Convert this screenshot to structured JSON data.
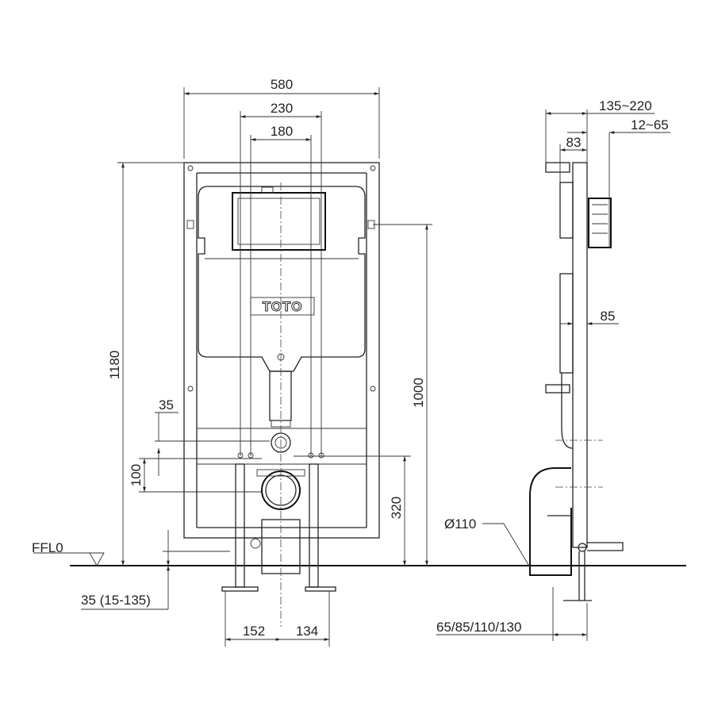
{
  "front_view": {
    "brand_logo": "TOTO",
    "dimensions": {
      "overall_width": "580",
      "outer_plate_width": "230",
      "inner_plate_width": "180",
      "overall_height": "1180",
      "flush_height": "1000",
      "drain_height": "320",
      "drain_offset": "100",
      "inlet_offset": "35",
      "floor_label": "FFL0",
      "foot_adjust": "35 (15-135)",
      "left_leg": "152",
      "right_leg": "134"
    }
  },
  "side_view": {
    "dimensions": {
      "wall_depth": "135~220",
      "plate_offset": "12~65",
      "bracket_depth": "83",
      "frame_depth": "85",
      "pipe_diameter": "Ø110",
      "outlet_lengths": "65/85/110/130"
    }
  }
}
